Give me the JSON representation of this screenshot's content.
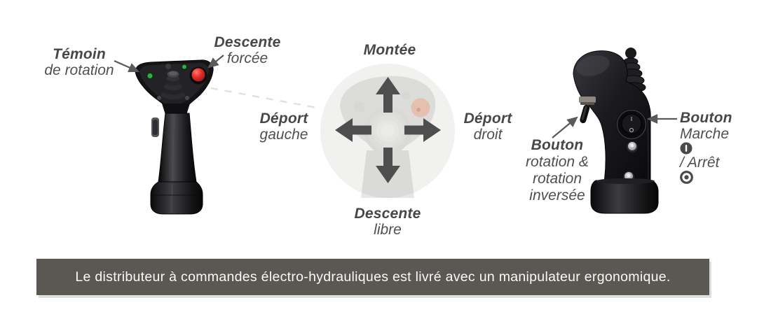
{
  "left_joystick": {
    "description": "manipulateur vue de face",
    "labels": {
      "temoin": {
        "title": "Témoin",
        "subtitle": "de rotation"
      },
      "descente_forcee": {
        "title": "Descente",
        "subtitle": "forcée"
      }
    },
    "icons": [
      "green-led-icon",
      "green-led-icon",
      "red-button-icon"
    ]
  },
  "direction_diagram": {
    "montee": "Montée",
    "descente_libre": {
      "title": "Descente",
      "subtitle": "libre"
    },
    "deport_gauche": {
      "title": "Déport",
      "subtitle": "gauche"
    },
    "deport_droit": {
      "title": "Déport",
      "subtitle": "droit"
    },
    "arrows": [
      "up-arrow-icon",
      "down-arrow-icon",
      "left-arrow-icon",
      "right-arrow-icon"
    ]
  },
  "right_joystick": {
    "description": "manipulateur vue de côté",
    "labels": {
      "bouton_rotation": {
        "title": "Bouton",
        "line1": "rotation &",
        "line2": "rotation",
        "line3": "inversée"
      },
      "bouton_marche_arret": {
        "title": "Bouton",
        "line1": "Marche",
        "line2": "/ Arrêt",
        "icon_on": "power-on-icon",
        "icon_off": "power-off-icon"
      }
    },
    "power_switch": {
      "on_mark": "I",
      "off_mark": "O"
    }
  },
  "banner": {
    "text": "Le distributeur à commandes électro-hydrauliques est livré avec un manipulateur ergonomique."
  },
  "colors": {
    "label_text": "#474747",
    "label_text_light": "#4f4f4f",
    "direction_arrow": "#4e4e4e",
    "diagram_circle_bg": "#f1f1ef",
    "banner_bg": "#5b5753",
    "banner_text": "#fafafa",
    "red_button": "#e12b2b",
    "green_led": "#2fae45",
    "ghost_orange_button": "#eda184",
    "dashed_connector": "#e0e0de"
  }
}
